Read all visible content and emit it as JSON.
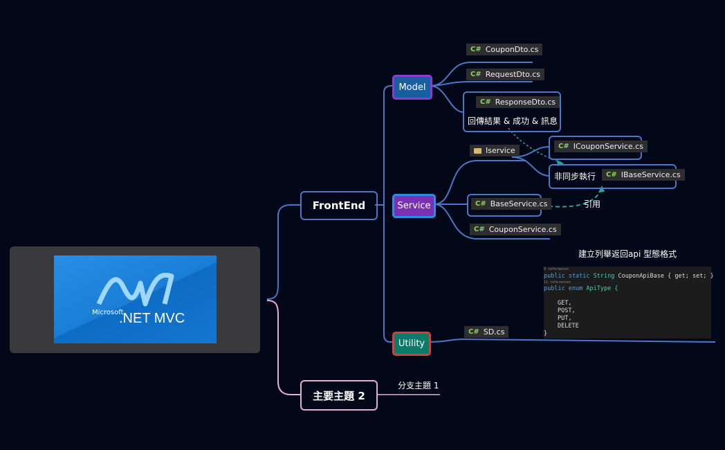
{
  "root": {
    "microsoft": "Microsoft",
    "title": ".NET MVC"
  },
  "frontend": "FrontEnd",
  "main_topic_2": "主要主題 2",
  "branch_topic_1": "分支主題 1",
  "model": {
    "label": "Model",
    "files": [
      "CouponDto.cs",
      "RequestDto.cs",
      "ResponseDto.cs"
    ],
    "response_note": "回傳結果 & 成功 & 訊息"
  },
  "service": {
    "label": "Service",
    "folder": "Iservice",
    "icoupon": "ICouponService.cs",
    "async_label": "非同步執行",
    "ibase": "IBaseService.cs",
    "base": "BaseService.cs",
    "coupon": "CouponService.cs",
    "reference": "引用"
  },
  "utility": {
    "label": "Utility",
    "file": "SD.cs",
    "caption": "建立列舉返回api 型態格式",
    "code": {
      "ref1": "0 references",
      "line1_kw": "public static ",
      "line1_ty": "String ",
      "line1_nm": "CouponApiBase",
      "line1_rest": " { get; set; }",
      "ref2": "11 references",
      "line2_kw": "public enum ",
      "line2_nm": "ApiType {",
      "items": [
        "GET,",
        "POST,",
        "PUT,",
        "DELETE"
      ],
      "close": "}"
    }
  },
  "icon_cs": "C#",
  "colors": {
    "background": "#020817",
    "frontend_border": "#4a78c9",
    "main2_border": "#e4b0d6",
    "dashed_arrow": "#1fa8a0"
  }
}
